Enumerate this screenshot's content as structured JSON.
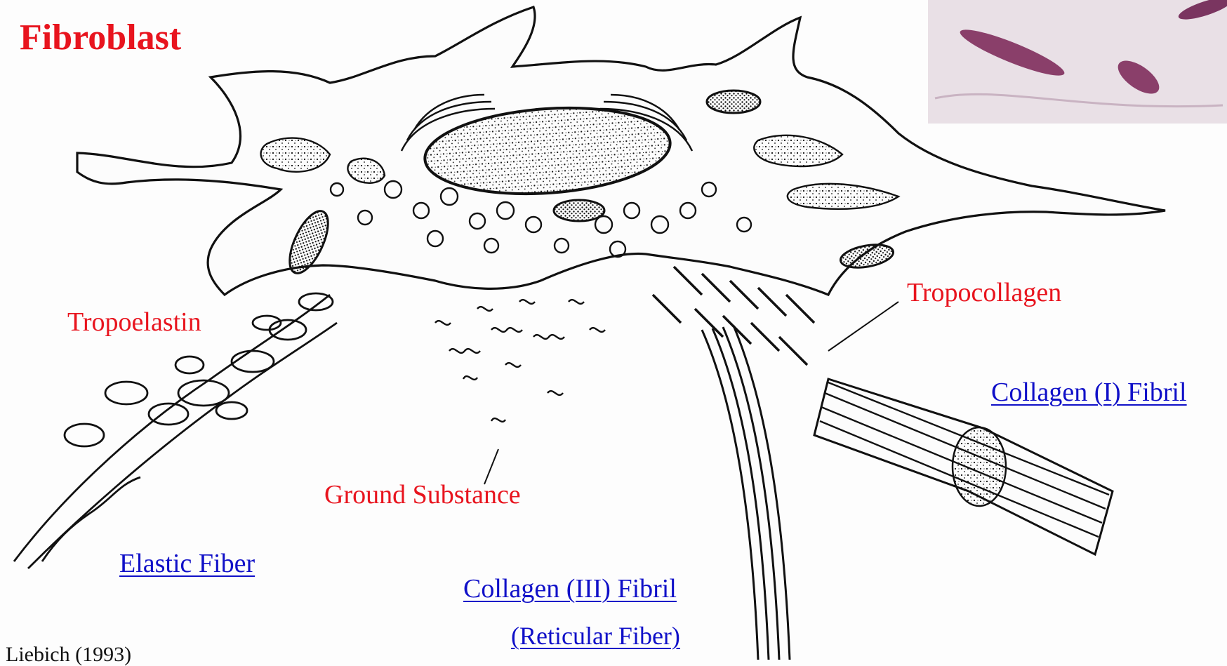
{
  "title": "Fibroblast",
  "labels": {
    "tropoelastin": "Tropoelastin",
    "tropocollagen": "Tropocollagen",
    "ground_substance": "Ground Substance"
  },
  "links": {
    "elastic_fiber": "Elastic Fiber",
    "collagen_iii": "Collagen (III) Fibril",
    "reticular_fiber": "(Reticular Fiber)",
    "collagen_i": "Collagen (I) Fibril"
  },
  "credit": "Liebich (1993)",
  "colors": {
    "label_red": "#e8141e",
    "link_blue": "#1010c8",
    "ink": "#111111",
    "background": "#fdfdfd",
    "photo_bg": "#e9e0e6",
    "photo_stain": "#8a3f6a"
  }
}
